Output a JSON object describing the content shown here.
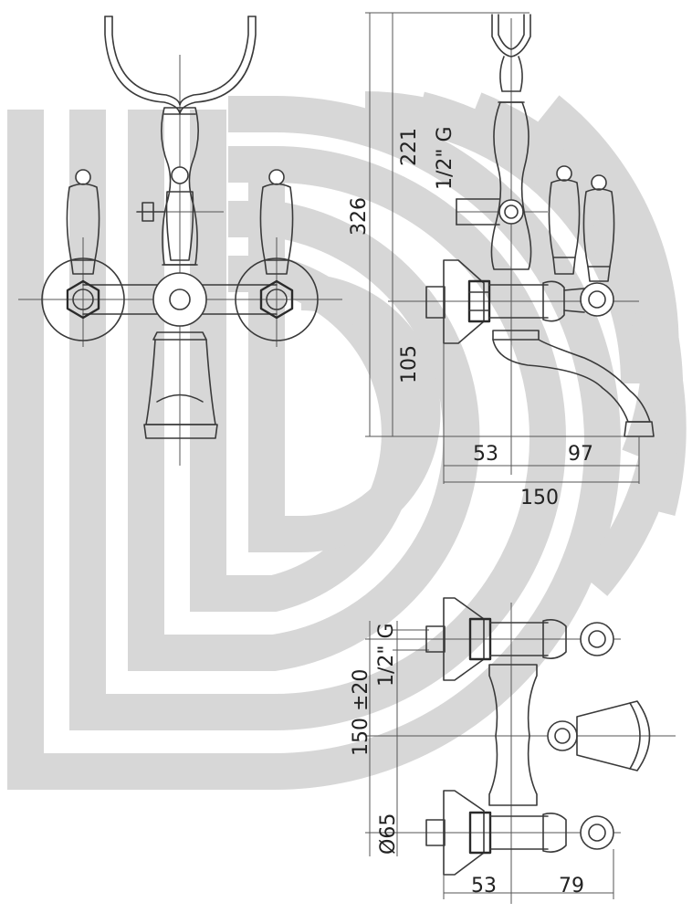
{
  "dimensions": {
    "front_height_total": "326",
    "front_height_upper": "221",
    "front_height_lower": "105",
    "inlet_thread_side": "1/2\" G",
    "depth_wall_to_axis": "53",
    "spout_projection": "97",
    "total_projection": "150",
    "inlet_thread_top": "1/2\" G",
    "centres": "150 ±20",
    "flange_diameter": "Ø65",
    "top_depth_wall": "53",
    "top_depth_body": "79"
  },
  "colors": {
    "watermark": "#d7d7d7",
    "line": "#3a3a3a"
  }
}
